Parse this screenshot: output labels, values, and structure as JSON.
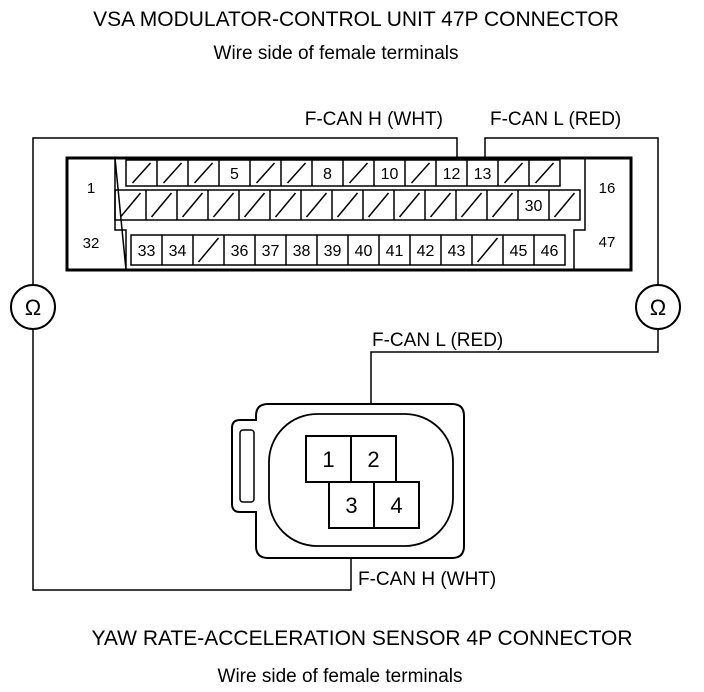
{
  "diagram": {
    "title_top": "VSA MODULATOR-CONTROL UNIT 47P CONNECTOR",
    "subtitle_top": "Wire side of female terminals",
    "title_bottom": "YAW RATE-ACCELERATION SENSOR 4P CONNECTOR",
    "subtitle_bottom": "Wire side of female terminals",
    "wire_labels": {
      "fcan_h_top": "F-CAN H (WHT)",
      "fcan_l_top": "F-CAN L (RED)",
      "fcan_l_sensor": "F-CAN L (RED)",
      "fcan_h_sensor": "F-CAN H (WHT)"
    },
    "ohm_symbol": "Ω",
    "connector_47p": {
      "side_labels": {
        "top_left": "1",
        "bottom_left": "32",
        "top_right": "16",
        "bottom_right": "47"
      },
      "row1": [
        "",
        "",
        "",
        "5",
        "",
        "",
        "8",
        "",
        "10",
        "",
        "12",
        "13",
        "",
        ""
      ],
      "row2": [
        "",
        "",
        "",
        "",
        "",
        "",
        "",
        "",
        "",
        "",
        "",
        "",
        "",
        "30",
        ""
      ],
      "row3": [
        "33",
        "34",
        "",
        "36",
        "37",
        "38",
        "39",
        "40",
        "41",
        "42",
        "43",
        "",
        "45",
        "46"
      ]
    },
    "connector_4p": {
      "pins": [
        "1",
        "2",
        "3",
        "4"
      ]
    }
  }
}
